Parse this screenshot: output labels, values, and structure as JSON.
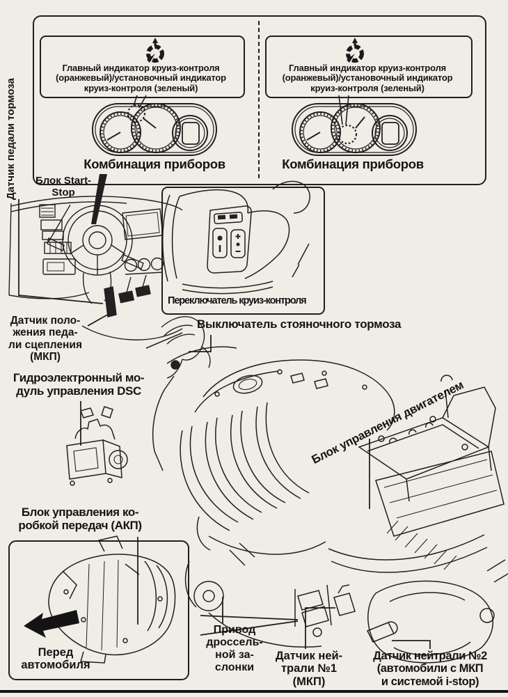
{
  "figure": {
    "background": "#f0ede7",
    "ink": "#1f1f1f",
    "description_icons": [
      "cruise-control-gauge-icon",
      "front-of-vehicle-arrow-icon"
    ]
  },
  "panels": {
    "left": {
      "callout_line1": "Главный индикатор круиз-контроля",
      "callout_line2": "(оранжевый)/установочный индикатор",
      "callout_line3": "круиз-контроля (зеленый)",
      "caption": "Комбинация приборов"
    },
    "right": {
      "callout_line1": "Главный индикатор круиз-контроля",
      "callout_line2": "(оранжевый)/установочный индикатор",
      "callout_line3": "круиз-контроля (зеленый)",
      "caption": "Комбинация приборов"
    }
  },
  "labels": {
    "brake_pedal_sensor": "Датчик педали тормоза",
    "start_stop": [
      "Блок Start-",
      "Stop"
    ],
    "cruise_switch": "Переключатель круиз-контроля",
    "parking_brake_switch": "Выключатель стояночного тормоза",
    "clutch_pedal_sensor": [
      "Датчик поло-",
      "жения педа-",
      "ли сцепления",
      "(МКП)"
    ],
    "dsc_module": [
      "Гидроэлектронный мо-",
      "дуль управления DSC"
    ],
    "engine_ecu": "Блок управления двигателем",
    "tcm": [
      "Блок управления ко-",
      "робкой передач (АКП)"
    ],
    "front_of_vehicle": [
      "Перед",
      "автомобиля"
    ],
    "throttle_actuator": [
      "Привод",
      "дроссель-",
      "ной за-",
      "слонки"
    ],
    "neutral_switch_1": [
      "Датчик ней-",
      "трали №1",
      "(МКП)"
    ],
    "neutral_switch_2": [
      "Датчик нейтрали №2",
      "(автомобили с МКП",
      "и системой i-stop)"
    ]
  }
}
